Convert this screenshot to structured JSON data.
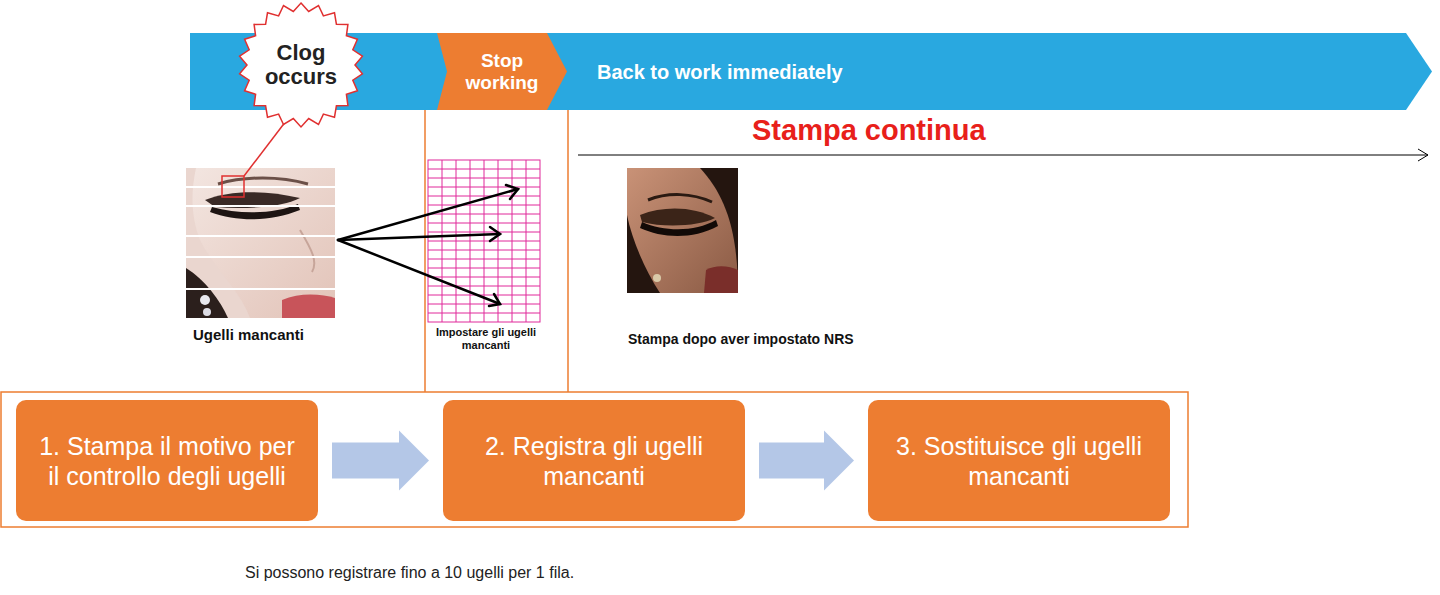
{
  "diagram": {
    "nodes": [
      {
        "text": [
          "Clog occurs"
        ]
      },
      {
        "text": [
          "Stop working"
        ]
      },
      {
        "text": [
          "Back to work immediately"
        ]
      },
      {
        "text": [
          "1. Stampa il motivo per il controllo degli ugelli"
        ]
      },
      {
        "text": [
          "2. Registra gli ugelli mancanti"
        ]
      },
      {
        "text": [
          "3. Sostituisce gli ugelli mancanti"
        ]
      }
    ],
    "edges": [
      {
        "from": 3,
        "to": 4,
        "arrow": "to"
      },
      {
        "from": 4,
        "to": 5,
        "arrow": "to"
      }
    ],
    "labels": [
      "Stampa continua",
      "Ugelli mancanti",
      "Impostare gli ugelli mancanti",
      "Stampa dopo aver impostato NRS",
      "Si possono registrare fino a 10 ugelli per 1 fila."
    ]
  }
}
